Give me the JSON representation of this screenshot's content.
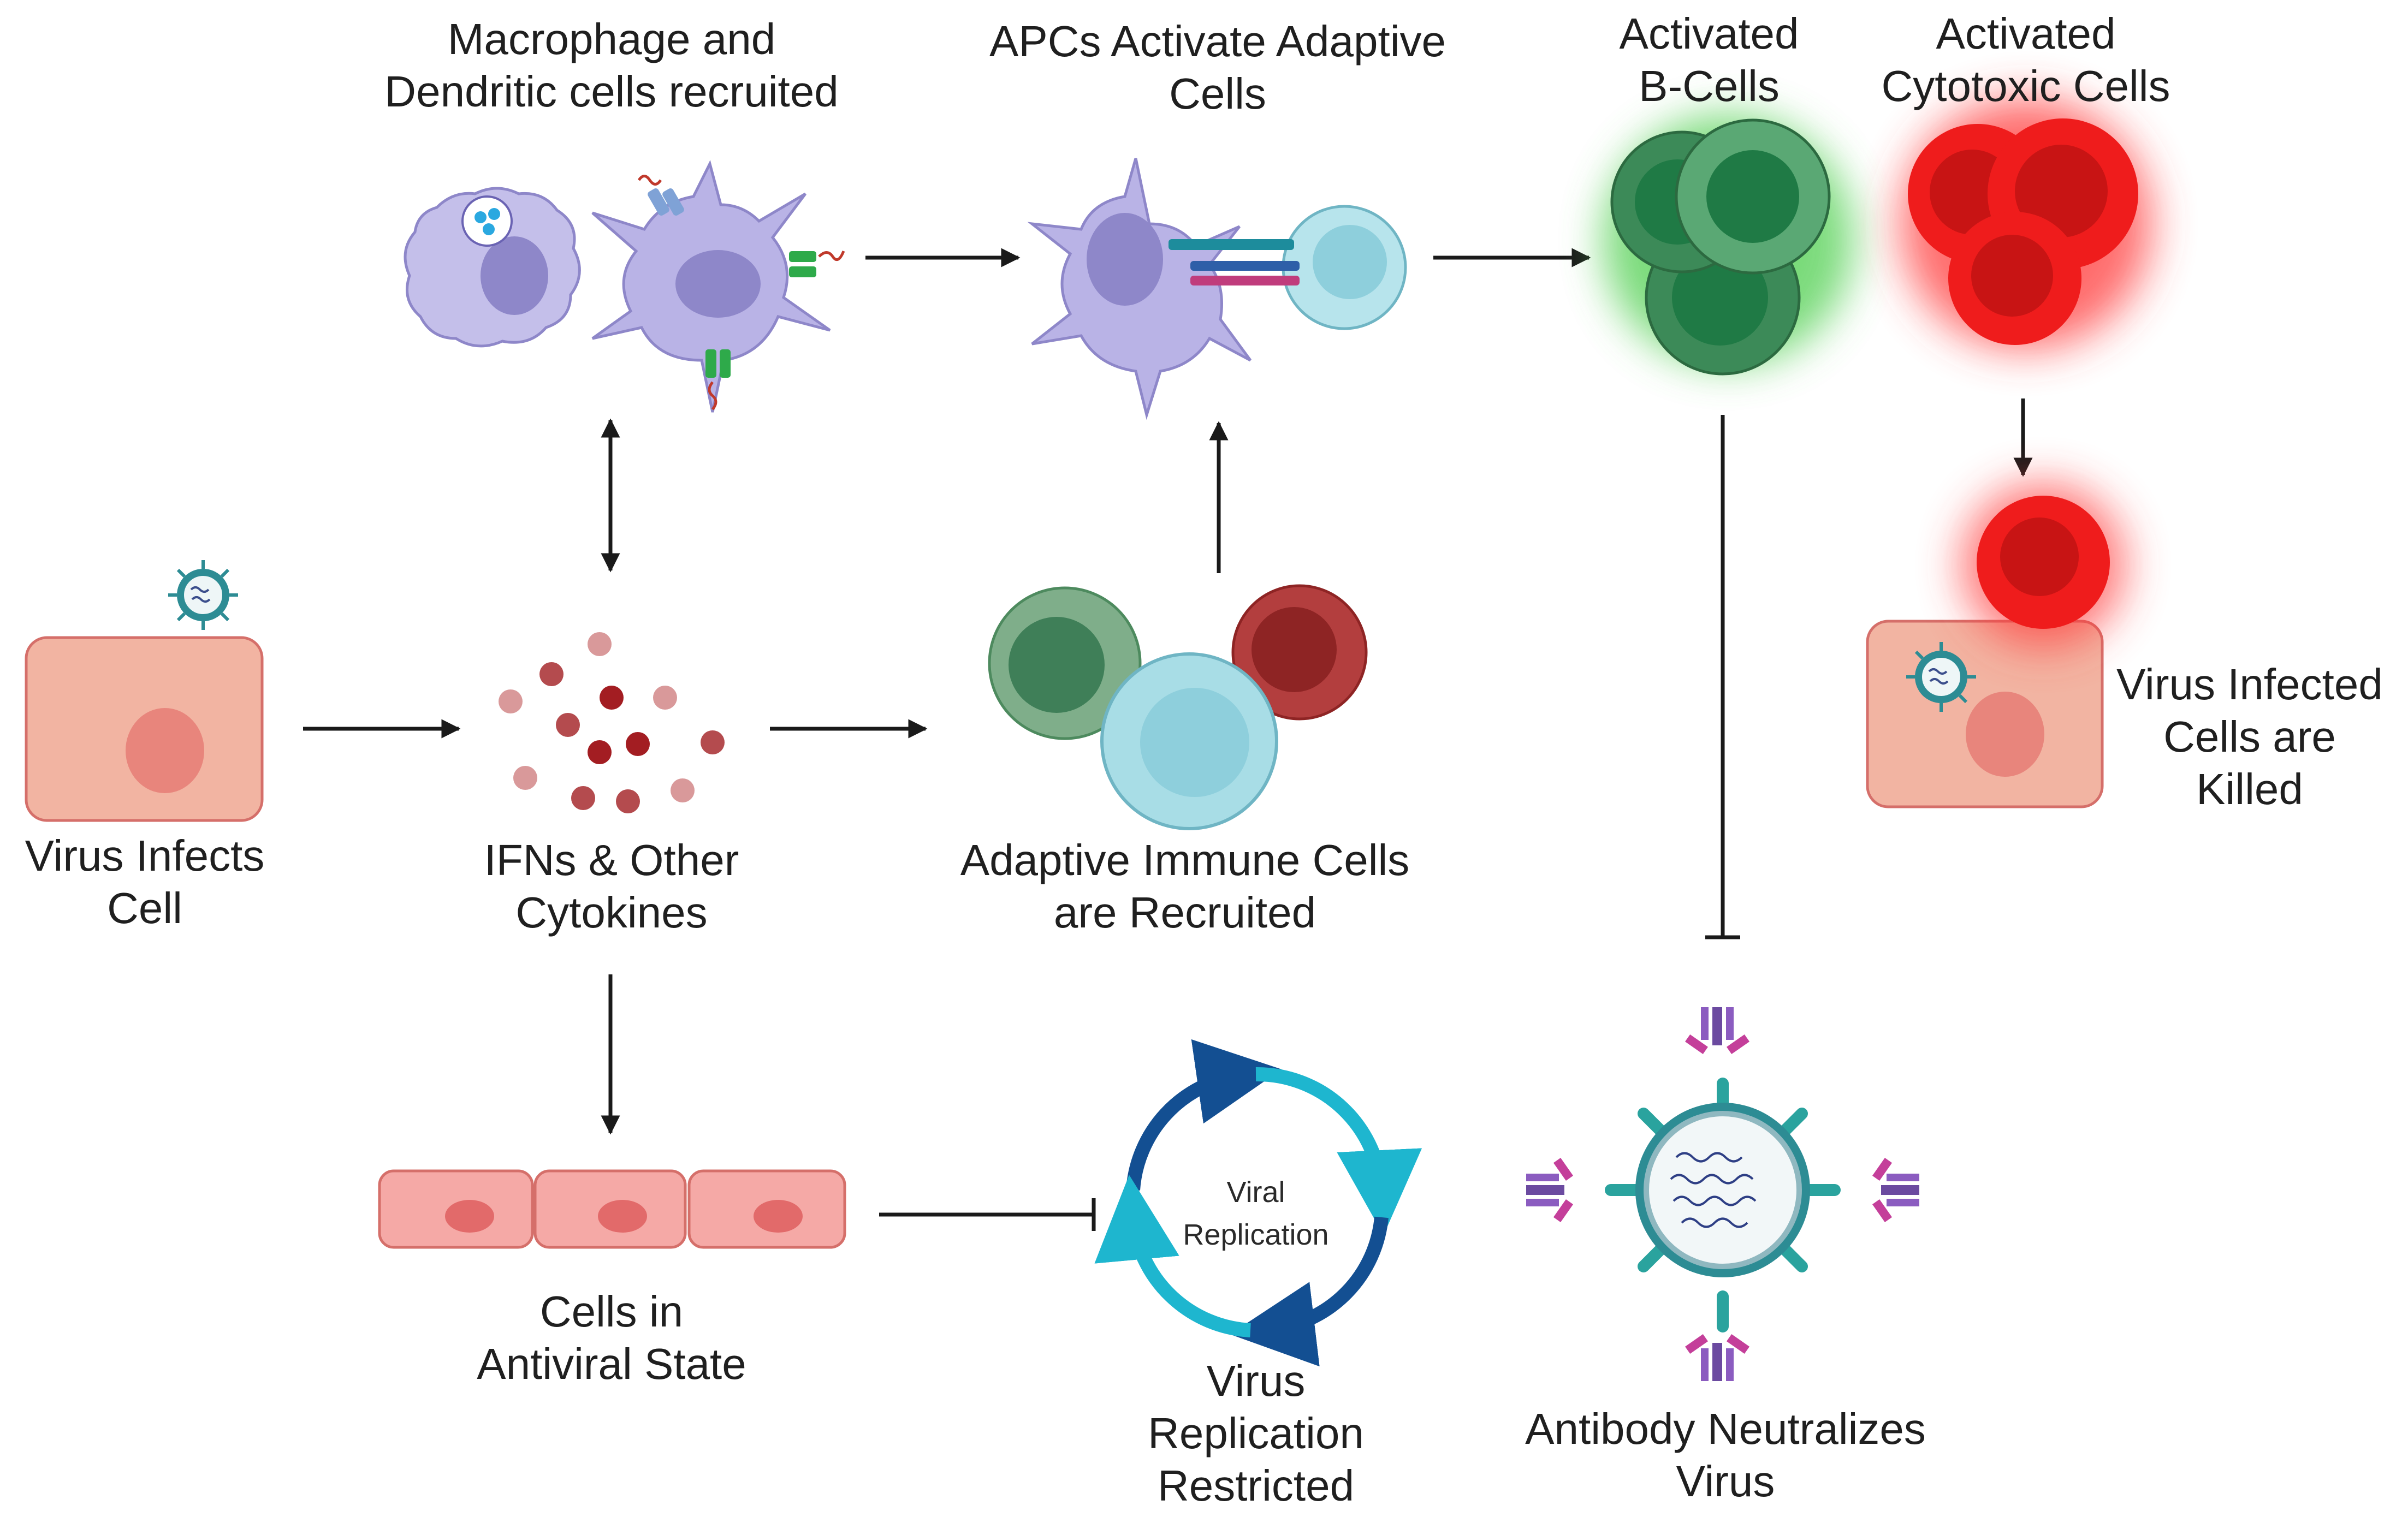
{
  "labels": {
    "macrophage": [
      "Macrophage and",
      "Dendritic cells recruited"
    ],
    "apcs": [
      "APCs Activate Adaptive",
      "Cells"
    ],
    "bcells": [
      "Activated",
      "B-Cells"
    ],
    "cytotoxic": [
      "Activated",
      "Cytotoxic Cells"
    ],
    "virus_infects": [
      "Virus Infects",
      "Cell"
    ],
    "ifns": [
      "IFNs & Other",
      "Cytokines"
    ],
    "adaptive": [
      "Adaptive Immune Cells",
      "are Recruited"
    ],
    "killed": [
      "Virus Infected",
      "Cells are",
      "Killed"
    ],
    "antiviral": [
      "Cells in",
      "Antiviral State"
    ],
    "cycle": [
      "Viral",
      "Replication"
    ],
    "restricted": [
      "Virus",
      "Replication",
      "Restricted"
    ],
    "antibody": [
      "Antibody Neutralizes",
      "Virus"
    ]
  },
  "colors": {
    "host_cell": "#f2b4a2",
    "host_nucleus": "#e8857c",
    "apc": "#b9b3e6",
    "apc_nucleus": "#8e87c9",
    "t_cell": "#a8dde6",
    "b_cell": "#3c8a58",
    "cytotoxic": "#e8141a",
    "cytokine_light": "#d9999a",
    "cytokine_dark": "#a31d22",
    "cycle_dark": "#134f92",
    "cycle_light": "#1eb6cf",
    "antibody": "#7b4fa6",
    "arrow": "#1a1a1a"
  }
}
